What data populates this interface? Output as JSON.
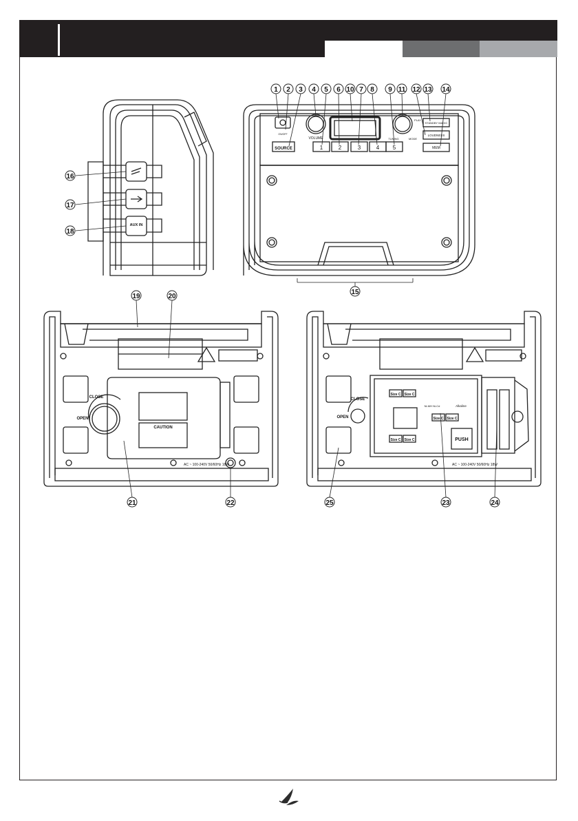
{
  "callouts": {
    "c1": "1",
    "c2": "2",
    "c3": "3",
    "c4": "4",
    "c5": "5",
    "c6": "6",
    "c7": "7",
    "c8": "8",
    "c9": "9",
    "c10": "10",
    "c11": "11",
    "c12": "12",
    "c13": "13",
    "c14": "14",
    "c15": "15",
    "c16": "16",
    "c17": "17",
    "c18": "18",
    "c19": "19",
    "c20": "20",
    "c21": "21",
    "c22": "22",
    "c23": "23",
    "c24": "24",
    "c25": "25"
  },
  "front": {
    "source": "SOURCE",
    "volume": "VOLUME",
    "presets": [
      "1",
      "2",
      "3",
      "4",
      "5"
    ],
    "standby": "STANDBY MAGIC",
    "loudness": "LOUDNESS",
    "mem": "MEM",
    "tuning": "TUNING",
    "mode": "MODE",
    "play": "PLAY",
    "onoff": "ON/OFF"
  },
  "side": {
    "aux": "AUX IN"
  },
  "back": {
    "close": "CLOSE",
    "open": "OPEN",
    "ac_rating": "AC ~ 100-240V 50/60Hz 18W",
    "caution": "CAUTION",
    "cell_label": "Size C",
    "nimh": "Ni-MH Ni-Cd",
    "alkaline": "Alkaline",
    "push": "PUSH"
  }
}
